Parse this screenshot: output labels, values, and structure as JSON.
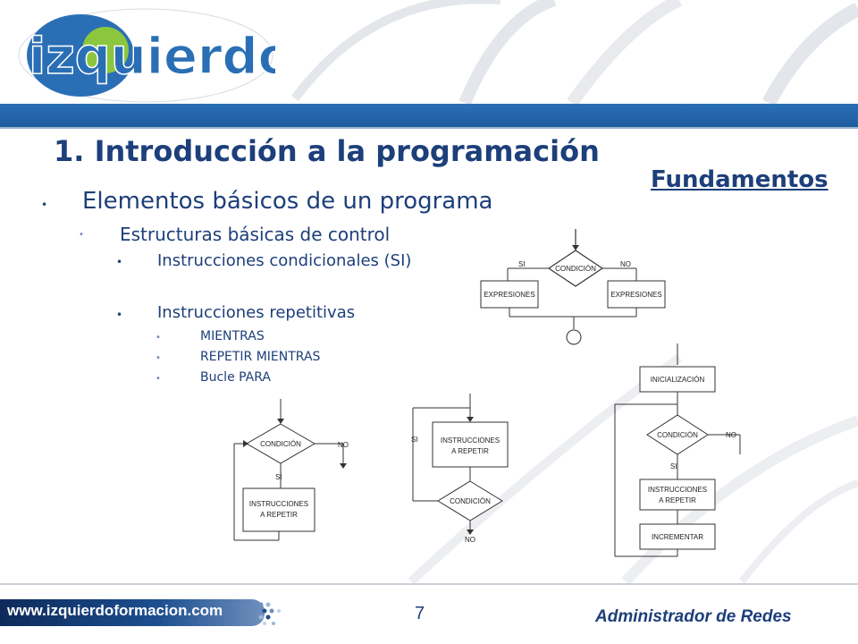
{
  "header": {
    "logo_text": "izquierdo"
  },
  "slide": {
    "title": "1. Introducción a la programación",
    "section": "Fundamentos",
    "bullets": {
      "level1": "Elementos básicos de un programa",
      "level2": "Estructuras básicas de control",
      "level3_a": "Instrucciones condicionales (SI)",
      "level3_b": "Instrucciones repetitivas",
      "level4": [
        "MIENTRAS",
        "REPETIR MIENTRAS",
        "Bucle PARA"
      ]
    }
  },
  "flowcharts": {
    "conditional": {
      "condition": "CONDICIÓN",
      "yes": "SI",
      "no": "NO",
      "left_box": "EXPRESIONES",
      "right_box": "EXPRESIONES"
    },
    "while_loop": {
      "condition": "CONDICIÓN",
      "no": "NO",
      "yes": "SI",
      "box_line1": "INSTRUCCIONES",
      "box_line2": "A REPETIR"
    },
    "repeat_while": {
      "yes": "SI",
      "box_line1": "INSTRUCCIONES",
      "box_line2": "A REPETIR",
      "condition": "CONDICIÓN",
      "no": "NO"
    },
    "for_loop": {
      "init": "INICIALIZACIÓN",
      "condition": "CONDICIÓN",
      "no": "NO",
      "yes": "SI",
      "box_line1": "INSTRUCCIONES",
      "box_line2": "A REPETIR",
      "increment": "INCREMENTAR"
    }
  },
  "footer": {
    "url": "www.izquierdoformacion.com",
    "page_number": "7",
    "right_text": "Administrador de Redes"
  },
  "colors": {
    "title_blue": "#1d3f7a",
    "bar_blue": "#2a6fb5",
    "logo_blue": "#2a6fb5",
    "logo_green": "#8cc63f"
  }
}
